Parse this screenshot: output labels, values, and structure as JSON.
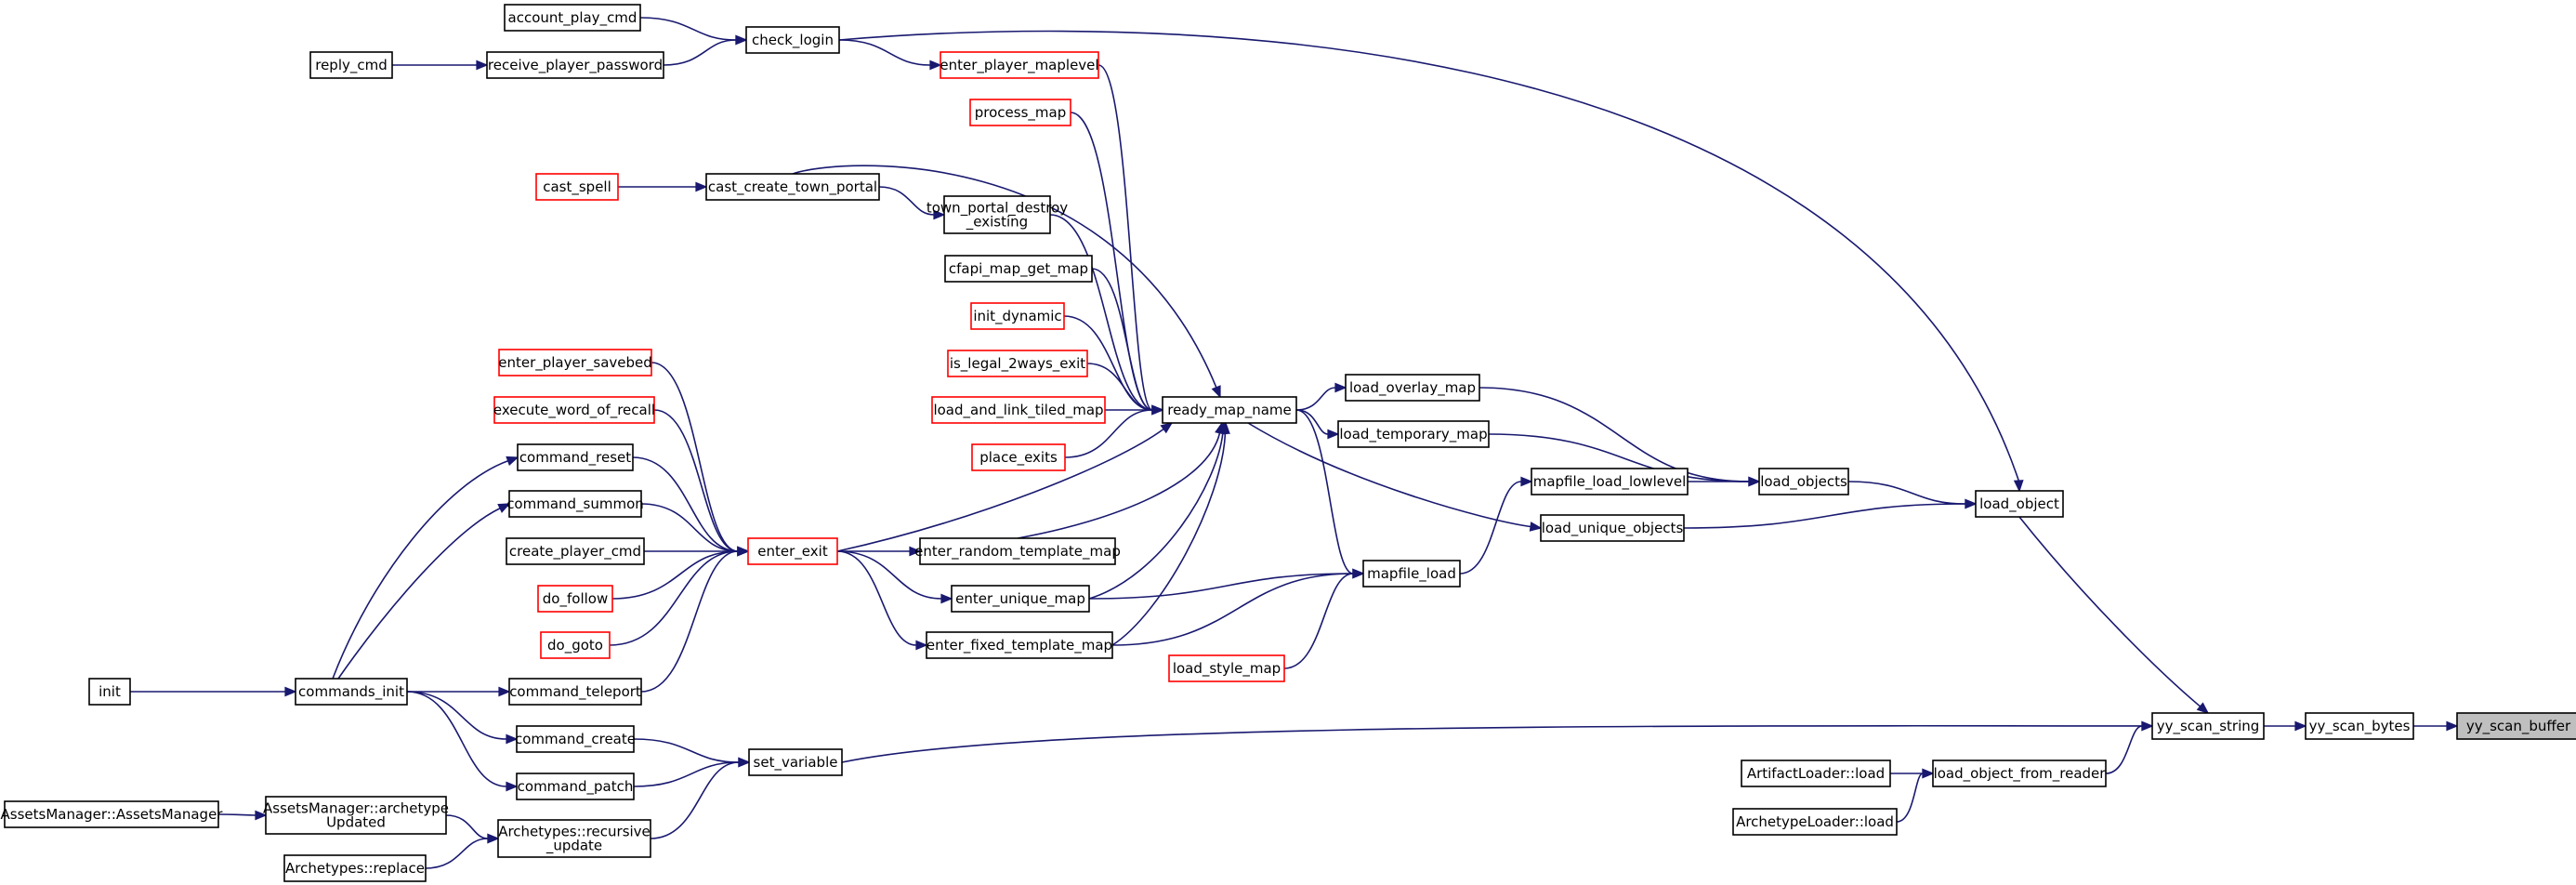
{
  "graph": {
    "focus_color": "#bfbfbf",
    "edge_color": "#191970",
    "link_border_color": "#000000",
    "truncated_border_color": "#ff0000",
    "nodes": [
      {
        "id": "yy_scan_buffer",
        "lines": [
          "yy_scan_buffer"
        ],
        "style": "focus"
      },
      {
        "id": "yy_scan_bytes",
        "lines": [
          "yy_scan_bytes"
        ],
        "style": "normal"
      },
      {
        "id": "yy_scan_string",
        "lines": [
          "yy_scan_string"
        ],
        "style": "normal"
      },
      {
        "id": "load_object",
        "lines": [
          "load_object"
        ],
        "style": "normal"
      },
      {
        "id": "load_object_from_reader",
        "lines": [
          "load_object_from_reader"
        ],
        "style": "normal"
      },
      {
        "id": "ArtifactLoader_load",
        "lines": [
          "ArtifactLoader::load"
        ],
        "style": "normal"
      },
      {
        "id": "ArchetypeLoader_load",
        "lines": [
          "ArchetypeLoader::load"
        ],
        "style": "normal"
      },
      {
        "id": "set_variable",
        "lines": [
          "set_variable"
        ],
        "style": "normal"
      },
      {
        "id": "check_login",
        "lines": [
          "check_login"
        ],
        "style": "normal"
      },
      {
        "id": "load_objects",
        "lines": [
          "load_objects"
        ],
        "style": "normal"
      },
      {
        "id": "load_unique_objects",
        "lines": [
          "load_unique_objects"
        ],
        "style": "normal"
      },
      {
        "id": "load_overlay_map",
        "lines": [
          "load_overlay_map"
        ],
        "style": "normal"
      },
      {
        "id": "load_temporary_map",
        "lines": [
          "load_temporary_map"
        ],
        "style": "normal"
      },
      {
        "id": "mapfile_load_lowlevel",
        "lines": [
          "mapfile_load_lowlevel"
        ],
        "style": "normal"
      },
      {
        "id": "mapfile_load",
        "lines": [
          "mapfile_load"
        ],
        "style": "normal"
      },
      {
        "id": "ready_map_name",
        "lines": [
          "ready_map_name"
        ],
        "style": "normal"
      },
      {
        "id": "enter_random_template_map",
        "lines": [
          "enter_random_template_map"
        ],
        "style": "normal"
      },
      {
        "id": "enter_unique_map",
        "lines": [
          "enter_unique_map"
        ],
        "style": "normal"
      },
      {
        "id": "enter_fixed_template_map",
        "lines": [
          "enter_fixed_template_map"
        ],
        "style": "normal"
      },
      {
        "id": "load_style_map",
        "lines": [
          "load_style_map"
        ],
        "style": "red"
      },
      {
        "id": "enter_exit",
        "lines": [
          "enter_exit"
        ],
        "style": "red"
      },
      {
        "id": "enter_player_maplevel",
        "lines": [
          "enter_player_maplevel"
        ],
        "style": "red"
      },
      {
        "id": "process_map",
        "lines": [
          "process_map"
        ],
        "style": "red"
      },
      {
        "id": "cast_create_town_portal",
        "lines": [
          "cast_create_town_portal"
        ],
        "style": "normal"
      },
      {
        "id": "town_portal_destroy_existing",
        "lines": [
          "town_portal_destroy",
          "_existing"
        ],
        "style": "normal"
      },
      {
        "id": "cfapi_map_get_map",
        "lines": [
          "cfapi_map_get_map"
        ],
        "style": "normal"
      },
      {
        "id": "init_dynamic",
        "lines": [
          "init_dynamic"
        ],
        "style": "red"
      },
      {
        "id": "is_legal_2ways_exit",
        "lines": [
          "is_legal_2ways_exit"
        ],
        "style": "red"
      },
      {
        "id": "load_and_link_tiled_map",
        "lines": [
          "load_and_link_tiled_map"
        ],
        "style": "red"
      },
      {
        "id": "place_exits",
        "lines": [
          "place_exits"
        ],
        "style": "red"
      },
      {
        "id": "cast_spell",
        "lines": [
          "cast_spell"
        ],
        "style": "red"
      },
      {
        "id": "account_play_cmd",
        "lines": [
          "account_play_cmd"
        ],
        "style": "normal"
      },
      {
        "id": "receive_player_password",
        "lines": [
          "receive_player_password"
        ],
        "style": "normal"
      },
      {
        "id": "reply_cmd",
        "lines": [
          "reply_cmd"
        ],
        "style": "normal"
      },
      {
        "id": "enter_player_savebed",
        "lines": [
          "enter_player_savebed"
        ],
        "style": "red"
      },
      {
        "id": "execute_word_of_recall",
        "lines": [
          "execute_word_of_recall"
        ],
        "style": "red"
      },
      {
        "id": "command_reset",
        "lines": [
          "command_reset"
        ],
        "style": "normal"
      },
      {
        "id": "command_summon",
        "lines": [
          "command_summon"
        ],
        "style": "normal"
      },
      {
        "id": "create_player_cmd",
        "lines": [
          "create_player_cmd"
        ],
        "style": "normal"
      },
      {
        "id": "do_follow",
        "lines": [
          "do_follow"
        ],
        "style": "red"
      },
      {
        "id": "do_goto",
        "lines": [
          "do_goto"
        ],
        "style": "red"
      },
      {
        "id": "command_teleport",
        "lines": [
          "command_teleport"
        ],
        "style": "normal"
      },
      {
        "id": "commands_init",
        "lines": [
          "commands_init"
        ],
        "style": "normal"
      },
      {
        "id": "init",
        "lines": [
          "init"
        ],
        "style": "normal"
      },
      {
        "id": "command_create",
        "lines": [
          "command_create"
        ],
        "style": "normal"
      },
      {
        "id": "command_patch",
        "lines": [
          "command_patch"
        ],
        "style": "normal"
      },
      {
        "id": "Archetypes_recursive_update",
        "lines": [
          "Archetypes::recursive",
          "_update"
        ],
        "style": "normal"
      },
      {
        "id": "AssetsManager_archetypeUpdated",
        "lines": [
          "AssetsManager::archetype",
          "Updated"
        ],
        "style": "normal"
      },
      {
        "id": "AssetsManager_AssetsManager",
        "lines": [
          "AssetsManager::AssetsManager"
        ],
        "style": "normal"
      },
      {
        "id": "Archetypes_replace",
        "lines": [
          "Archetypes::replace"
        ],
        "style": "normal"
      }
    ],
    "edges": [
      [
        "yy_scan_bytes",
        "yy_scan_buffer"
      ],
      [
        "yy_scan_string",
        "yy_scan_bytes"
      ],
      [
        "load_object",
        "yy_scan_string"
      ],
      [
        "load_object_from_reader",
        "yy_scan_string"
      ],
      [
        "set_variable",
        "yy_scan_string"
      ],
      [
        "ArtifactLoader_load",
        "load_object_from_reader"
      ],
      [
        "ArchetypeLoader_load",
        "load_object_from_reader"
      ],
      [
        "check_login",
        "load_object"
      ],
      [
        "load_objects",
        "load_object"
      ],
      [
        "load_unique_objects",
        "load_object"
      ],
      [
        "load_overlay_map",
        "load_objects"
      ],
      [
        "load_temporary_map",
        "load_objects"
      ],
      [
        "mapfile_load_lowlevel",
        "load_objects"
      ],
      [
        "ready_map_name",
        "load_unique_objects"
      ],
      [
        "ready_map_name",
        "load_overlay_map"
      ],
      [
        "ready_map_name",
        "load_temporary_map"
      ],
      [
        "mapfile_load",
        "mapfile_load_lowlevel"
      ],
      [
        "ready_map_name",
        "mapfile_load"
      ],
      [
        "enter_unique_map",
        "mapfile_load"
      ],
      [
        "enter_fixed_template_map",
        "mapfile_load"
      ],
      [
        "load_style_map",
        "mapfile_load"
      ],
      [
        "enter_player_maplevel",
        "ready_map_name"
      ],
      [
        "process_map",
        "ready_map_name"
      ],
      [
        "cast_create_town_portal",
        "ready_map_name"
      ],
      [
        "town_portal_destroy_existing",
        "ready_map_name"
      ],
      [
        "cfapi_map_get_map",
        "ready_map_name"
      ],
      [
        "init_dynamic",
        "ready_map_name"
      ],
      [
        "is_legal_2ways_exit",
        "ready_map_name"
      ],
      [
        "load_and_link_tiled_map",
        "ready_map_name"
      ],
      [
        "place_exits",
        "ready_map_name"
      ],
      [
        "enter_exit",
        "ready_map_name"
      ],
      [
        "enter_random_template_map",
        "ready_map_name"
      ],
      [
        "enter_unique_map",
        "ready_map_name"
      ],
      [
        "enter_fixed_template_map",
        "ready_map_name"
      ],
      [
        "enter_exit",
        "enter_random_template_map"
      ],
      [
        "enter_exit",
        "enter_unique_map"
      ],
      [
        "enter_exit",
        "enter_fixed_template_map"
      ],
      [
        "check_login",
        "enter_player_maplevel"
      ],
      [
        "cast_create_town_portal",
        "town_portal_destroy_existing"
      ],
      [
        "cast_spell",
        "cast_create_town_portal"
      ],
      [
        "account_play_cmd",
        "check_login"
      ],
      [
        "receive_player_password",
        "check_login"
      ],
      [
        "reply_cmd",
        "receive_player_password"
      ],
      [
        "enter_player_savebed",
        "enter_exit"
      ],
      [
        "execute_word_of_recall",
        "enter_exit"
      ],
      [
        "command_reset",
        "enter_exit"
      ],
      [
        "command_summon",
        "enter_exit"
      ],
      [
        "create_player_cmd",
        "enter_exit"
      ],
      [
        "do_follow",
        "enter_exit"
      ],
      [
        "do_goto",
        "enter_exit"
      ],
      [
        "command_teleport",
        "enter_exit"
      ],
      [
        "commands_init",
        "command_reset"
      ],
      [
        "commands_init",
        "command_summon"
      ],
      [
        "commands_init",
        "command_teleport"
      ],
      [
        "init",
        "commands_init"
      ],
      [
        "commands_init",
        "command_create"
      ],
      [
        "commands_init",
        "command_patch"
      ],
      [
        "command_create",
        "set_variable"
      ],
      [
        "command_patch",
        "set_variable"
      ],
      [
        "Archetypes_recursive_update",
        "set_variable"
      ],
      [
        "AssetsManager_archetypeUpdated",
        "Archetypes_recursive_update"
      ],
      [
        "AssetsManager_AssetsManager",
        "AssetsManager_archetypeUpdated"
      ],
      [
        "Archetypes_replace",
        "Archetypes_recursive_update"
      ]
    ]
  }
}
